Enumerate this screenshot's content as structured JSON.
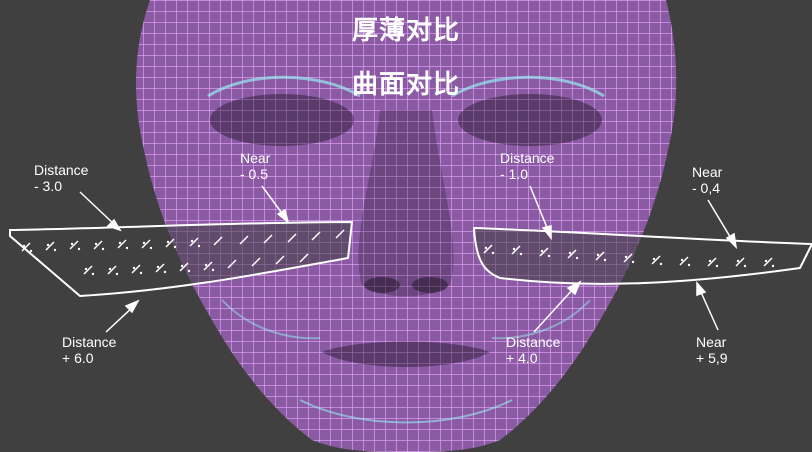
{
  "titles": {
    "line1": "厚薄对比",
    "line2": "曲面对比"
  },
  "labels": {
    "left_distance_top": {
      "name": "Distance",
      "value": "- 3.0"
    },
    "left_near_top": {
      "name": "Near",
      "value": "- 0.5"
    },
    "left_distance_bottom": {
      "name": "Distance",
      "value": "+ 6.0"
    },
    "right_distance_top": {
      "name": "Distance",
      "value": "- 1.0"
    },
    "right_near_top": {
      "name": "Near",
      "value": "- 0,4"
    },
    "right_distance_bottom": {
      "name": "Distance",
      "value": "+ 4.0"
    },
    "right_near_bottom": {
      "name": "Near",
      "value": "+ 5,9"
    }
  },
  "colors": {
    "background": "#404040",
    "mesh": "#d98cf2",
    "mesh_highlight": "#8fe3e6",
    "outline": "#ffffff"
  }
}
